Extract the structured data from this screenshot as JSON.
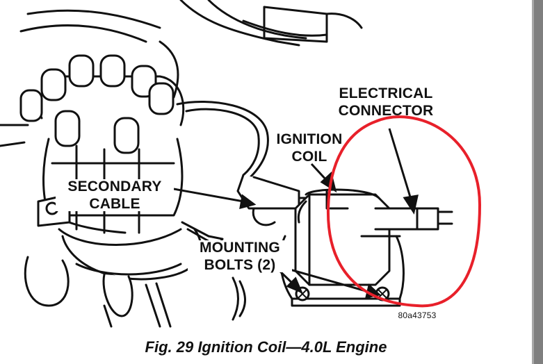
{
  "figure": {
    "caption": "Fig. 29 Ignition Coil—4.0L Engine",
    "image_code": "80a43753",
    "top_cropped_text": "",
    "callouts": {
      "electrical_connector": [
        "ELECTRICAL",
        "CONNECTOR"
      ],
      "ignition_coil": [
        "IGNITION",
        "COIL"
      ],
      "secondary_cable": [
        "SECONDARY",
        "CABLE"
      ],
      "mounting_bolts": [
        "MOUNTING",
        "BOLTS (2)"
      ]
    },
    "highlight_color": "#e8202a"
  },
  "window": {
    "scrollbar_color": "#7f7f7f"
  }
}
